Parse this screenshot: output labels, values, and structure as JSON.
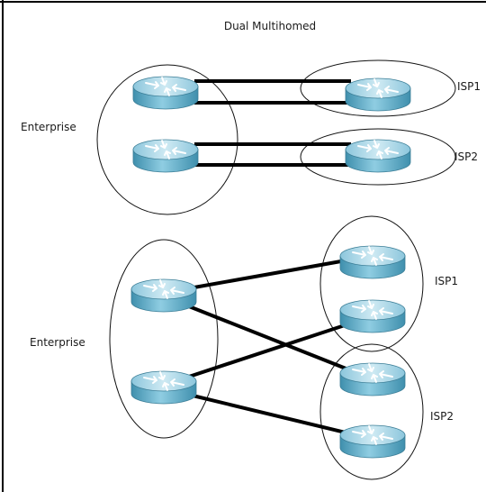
{
  "diagram": {
    "title": "Dual Multihomed",
    "top_group": {
      "enterprise_label": "Enterprise",
      "isp_labels": [
        "ISP1",
        "ISP2"
      ]
    },
    "bottom_group": {
      "enterprise_label": "Enterprise",
      "isp_labels": [
        "ISP1",
        "ISP2"
      ]
    },
    "colors": {
      "link": "#000000",
      "router_body": "#5aa9c6",
      "router_top": "#a9d6e6",
      "router_arrow": "#ffffff",
      "ellipse_stroke": "#111111",
      "frame_border": "#000000"
    },
    "icons": [
      "router-icon"
    ]
  }
}
